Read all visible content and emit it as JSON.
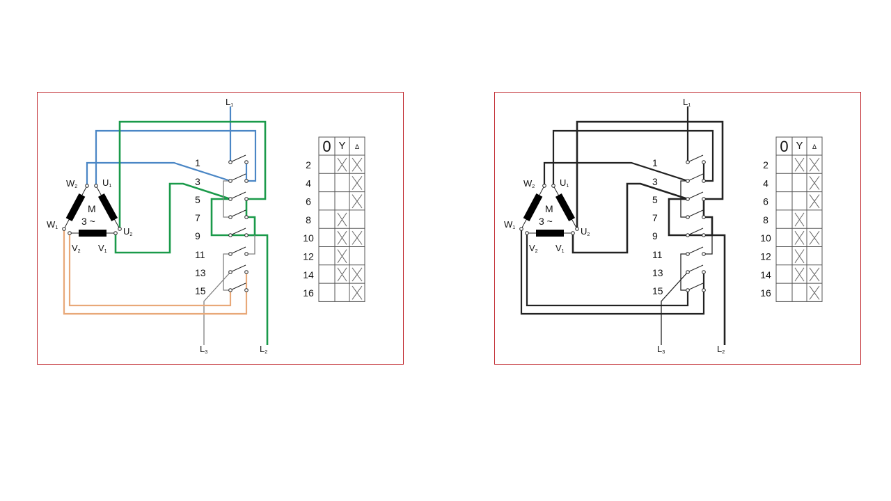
{
  "diagrams": [
    {
      "variant": "colored",
      "colors": {
        "l1": "#4a86c5",
        "l2": "#1a9a4a",
        "l3": "#808080",
        "aux": "#e8a878",
        "frame": "#c0272d"
      }
    },
    {
      "variant": "monochrome",
      "colors": {
        "l1": "#222222",
        "l2": "#222222",
        "l3": "#222222",
        "aux": "#222222",
        "frame": "#c0272d"
      }
    }
  ],
  "labels": {
    "L1": "L1",
    "L2": "L2",
    "L3": "L3",
    "W2": "W2",
    "U1": "U1",
    "W1": "W1",
    "U2": "U2",
    "V2": "V2",
    "V1": "V1",
    "motor": "M",
    "motor_phase": "3 ~"
  },
  "switch_numbers": [
    "1",
    "3",
    "5",
    "7",
    "9",
    "11",
    "13",
    "15"
  ],
  "table": {
    "headers": [
      "0",
      "Y",
      "Δ"
    ],
    "rows": [
      {
        "label": "2",
        "marks": [
          false,
          true,
          true
        ]
      },
      {
        "label": "4",
        "marks": [
          false,
          false,
          true
        ]
      },
      {
        "label": "6",
        "marks": [
          false,
          false,
          true
        ]
      },
      {
        "label": "8",
        "marks": [
          false,
          true,
          false
        ]
      },
      {
        "label": "10",
        "marks": [
          false,
          true,
          true
        ]
      },
      {
        "label": "12",
        "marks": [
          false,
          true,
          false
        ]
      },
      {
        "label": "14",
        "marks": [
          false,
          true,
          true
        ]
      },
      {
        "label": "16",
        "marks": [
          false,
          false,
          true
        ]
      }
    ]
  }
}
